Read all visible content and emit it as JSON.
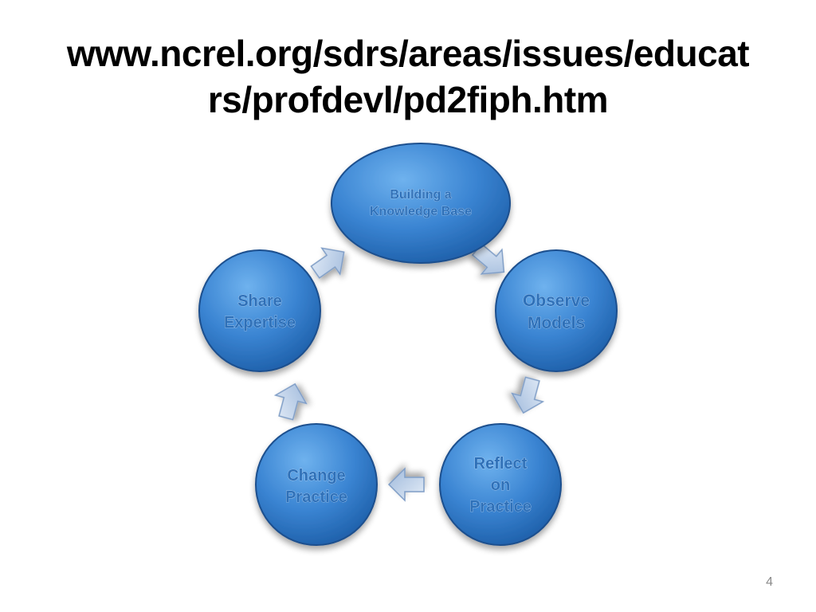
{
  "slide": {
    "title_line1": "www.ncrel.org/sdrs/areas/issues/educat",
    "title_line2": "rs/profdevl/pd2fiph.htm",
    "page_number": "4"
  },
  "cycle": {
    "nodes": [
      {
        "id": "building",
        "lines": [
          "Building a",
          "Knowledge Base"
        ]
      },
      {
        "id": "observe",
        "lines": [
          "Observe",
          "Models"
        ]
      },
      {
        "id": "reflect",
        "lines": [
          "Reflect",
          "on",
          "Practice"
        ]
      },
      {
        "id": "change",
        "lines": [
          "Change",
          "Practice"
        ]
      },
      {
        "id": "share",
        "lines": [
          "Share",
          "Expertise"
        ]
      }
    ],
    "colors": {
      "node_fill_light": "#5fa3e3",
      "node_fill_dark": "#1d5ea8",
      "node_text": "#2e6fb8",
      "arrow_fill": "#b9cde6"
    }
  }
}
